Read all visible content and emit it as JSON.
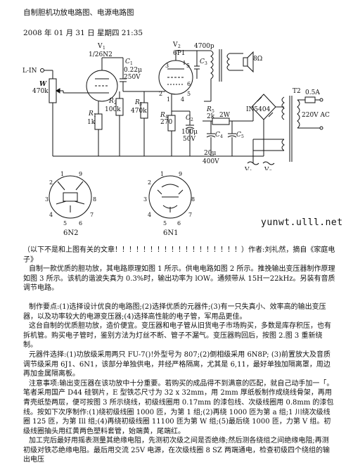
{
  "header": {
    "title": "自制胆机功放电路图、电源电路图",
    "date": "2008 年 01 月 31 日 星期四 21:35"
  },
  "schematic": {
    "input_label": "L-IN",
    "v1_name": "V",
    "v1_sub": "1",
    "v1_type": "1/26N2",
    "v2_name": "V",
    "v2_sub": "2",
    "v2_type": "6P1",
    "w_name": "W",
    "w_value": "470k",
    "r1_name": "R",
    "r1_sub": "1",
    "r1_value": "1k",
    "c1_name": "C",
    "c1_sub": "1",
    "c1_value1": "0.22μ",
    "c1_value2": "250V",
    "r2_name": "R",
    "r2_sub": "2",
    "r2_value": "100k",
    "r3_name": "R",
    "r3_sub": "3",
    "r3_value": "470k",
    "r4_name": "R",
    "r4_sub": "4",
    "r4_value": "270",
    "c2_name": "C",
    "c2_sub": "2",
    "c2_value1": "100μ",
    "c2_value2": "50V",
    "c3_name": "C",
    "c3_sub": "3",
    "c3_value": "4700p",
    "r5_name": "R",
    "r5_sub": "5",
    "r5_value1": "2k",
    "r5_value2": "2W",
    "c4_name": "C",
    "c4_sub": "4",
    "c5_name": "C",
    "c5_sub": "5",
    "c45_value1": "20μ",
    "c45_value2": "400V",
    "speaker": "8Ω",
    "diode": "IN5404",
    "transformer": "T2",
    "fuse": "0.5A",
    "mains": "220V AC",
    "heater_v1": "V",
    "heater_v1_sub": "1",
    "heater_v2": "V",
    "heater_v2_sub": "2",
    "pin_labels": [
      "3",
      "5",
      "2",
      "1",
      "4",
      "5",
      "6"
    ]
  },
  "tubes": {
    "left": {
      "name": "6N2",
      "pins": [
        "1",
        "2",
        "3",
        "4",
        "5",
        "6",
        "7",
        "8",
        "9"
      ]
    },
    "right": {
      "name": "6N1",
      "pins": [
        "1",
        "2",
        "3",
        "4",
        "5",
        "6",
        "7",
        "8",
        "9"
      ]
    }
  },
  "watermark": "yunwt.ulll.net",
  "body": {
    "p1": "（以下不是和上图有关的文章！！！！！！！！！！！！！！！！！！）作者:刘礼然，摘自《家庭电子》",
    "p2": "自制一款优质的胆功放，其电路原理如图 1 所示。供电电路如图 2 所示。推挽输出变压器制作原理如图 3 所示。该机的谐波失真为 0.3%时，输出功率为 lOW。通频带从 15H一22kHz。另装有音质调节电路。",
    "p3": "制作要点:(1)选择设计优良的电路图;(2)选择优质的元器件;(3)有一只失真小、效率高的输出变压器，以及功率较大的电源变压器;(4)选择高性能的电子管，军用品更佳。",
    "p4": "这台自制的优质胆功放，造价便宜。变压器和电子管从旧货电子市场购买，多数是库存积压，也有拆机管。购买电子管时，鉴别方法为灯丝不断、管子不漏气。变压器购回后，按图 2.图 3 重新绕制。",
    "p5": "元器件选择:(1)功放级采用两只 FU-7()!外型号为 807;(2)倒相级采用 6N8P; (3)前置放大及音质调节级采用 6J1、6N1，该部分单独供电，并经严格隔离，尤其是 6,11，最好单独加隔离罩，周边再加金属隔离板。",
    "p6": "注意事项:输出变压器在该功放中十分重要。若购买的成品得不到满意的匹配，就自己动手加一「。笔者采用国产 D44 硅钢片，E 型铁芯尺寸为 32 x 32mm，用 2mm 厚纸板制作成绕线骨架，再用青壳纸垫两层，便可按图 3 所示绕线，初级线圈用 0.17mm 的漆包线、次级线圈用 0.8mm 的漆包线。按如下次序制作:(1)绕初级线圈 1000 匝，为第 1 组;(2)再绕 1000 匝为第 a 组;1 川绕次级线圈 125 匝，为第 Ill 组;(4)再绕初级线圈 11100 匝为第 W 组;(5)最后绕 1000 匝，力第 V 组。初级线圈抽头用红黄两色塑料套管，始端黄，尾端红。",
    "p7": "加工完后最好用摇表测量其绝缘电阻，先测初次级之间是否绝缘;然后测各绕组之间绝缘电阻;再测初级对铁芯绝缘电阻。最后用交流 25V 电源，在次级线圈 8 SZ 两端通电，检查初级四个绕组的输出电压"
  }
}
